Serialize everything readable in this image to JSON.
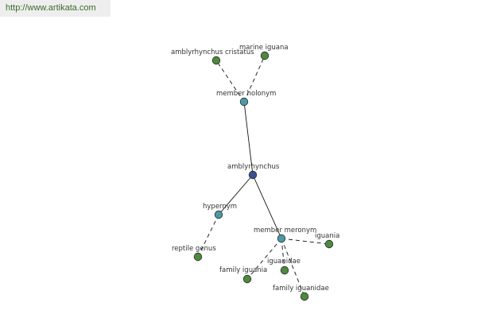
{
  "banner": {
    "url": "http://www.artikata.com"
  },
  "colors": {
    "root": "#3d4f8c",
    "relation": "#4a9aa5",
    "leaf": "#4e8a3e",
    "node_stroke": "#2a2a2a",
    "edge": "#111111"
  },
  "graph": {
    "nodes": [
      {
        "id": "amblyrhynchus",
        "label": "amblyrhynchus",
        "kind": "root"
      },
      {
        "id": "member-holonym",
        "label": "member holonym",
        "kind": "relation"
      },
      {
        "id": "hypernym",
        "label": "hypernym",
        "kind": "relation"
      },
      {
        "id": "member-meronym",
        "label": "member meronym",
        "kind": "relation"
      },
      {
        "id": "amblyrhynchus-cristatus",
        "label": "amblyrhynchus cristatus",
        "kind": "leaf"
      },
      {
        "id": "marine-iguana",
        "label": "marine iguana",
        "kind": "leaf"
      },
      {
        "id": "reptile-genus",
        "label": "reptile genus",
        "kind": "leaf"
      },
      {
        "id": "iguania",
        "label": "iguania",
        "kind": "leaf"
      },
      {
        "id": "iguanidae",
        "label": "iguanidae",
        "kind": "leaf"
      },
      {
        "id": "family-iguania",
        "label": "family iguania",
        "kind": "leaf"
      },
      {
        "id": "family-iguanidae",
        "label": "family iguanidae",
        "kind": "leaf"
      }
    ],
    "edges": [
      {
        "from": "amblyrhynchus",
        "to": "member-holonym",
        "style": "solid"
      },
      {
        "from": "amblyrhynchus",
        "to": "hypernym",
        "style": "solid"
      },
      {
        "from": "amblyrhynchus",
        "to": "member-meronym",
        "style": "solid"
      },
      {
        "from": "member-holonym",
        "to": "amblyrhynchus-cristatus",
        "style": "dashed"
      },
      {
        "from": "member-holonym",
        "to": "marine-iguana",
        "style": "dashed"
      },
      {
        "from": "hypernym",
        "to": "reptile-genus",
        "style": "dashed"
      },
      {
        "from": "member-meronym",
        "to": "iguania",
        "style": "dashed"
      },
      {
        "from": "member-meronym",
        "to": "iguanidae",
        "style": "dashed"
      },
      {
        "from": "member-meronym",
        "to": "family-iguania",
        "style": "dashed"
      },
      {
        "from": "member-meronym",
        "to": "family-iguanidae",
        "style": "dashed"
      }
    ]
  }
}
